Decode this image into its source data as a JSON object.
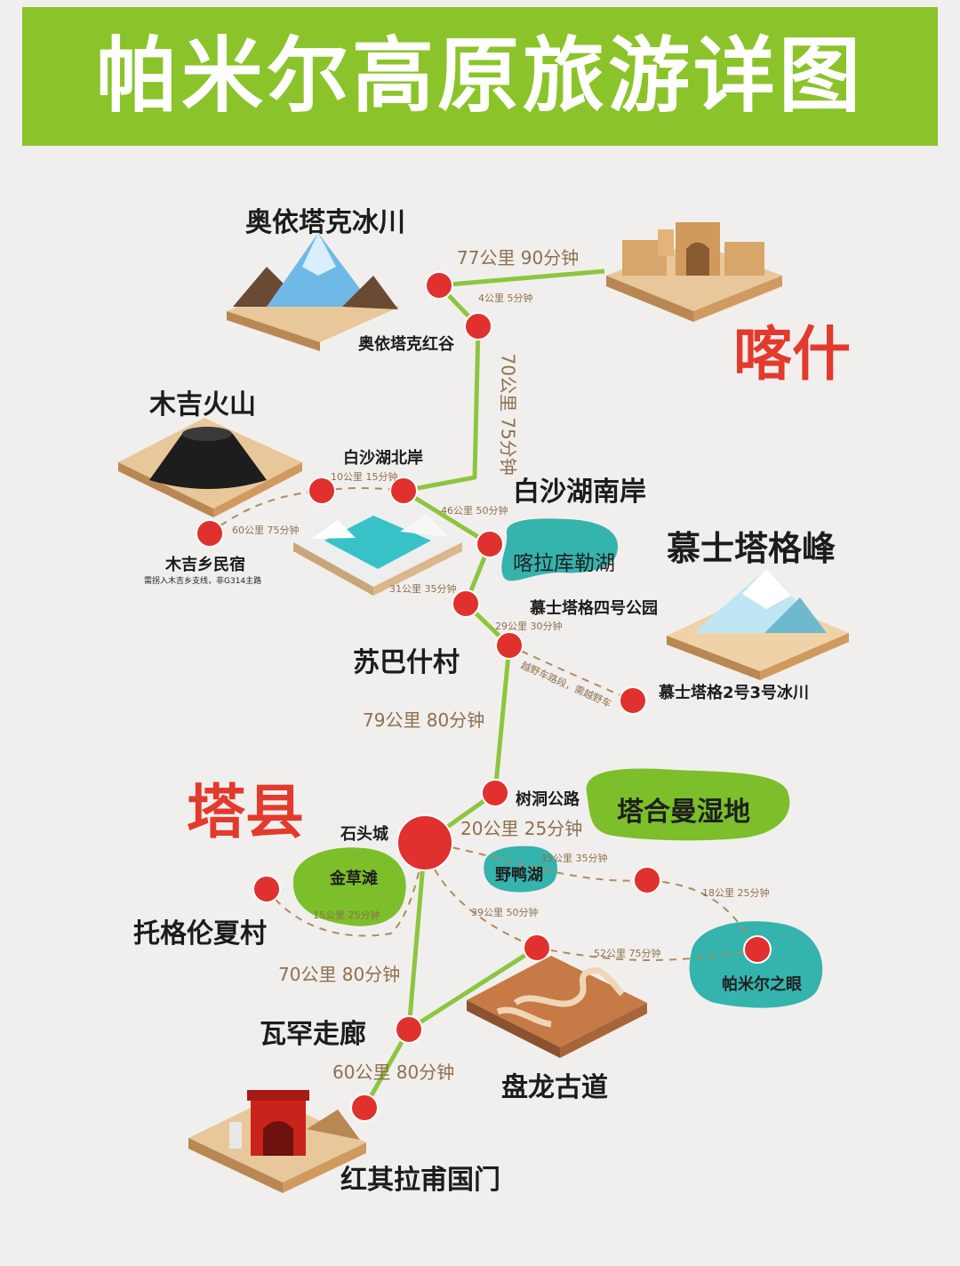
{
  "title": "帕米尔高原旅游详图",
  "colors": {
    "banner": "#8ac42a",
    "route": "#8cc63f",
    "node": "#e0312e",
    "city": "#e23a2c",
    "distance": "#8f6f4e",
    "lake": "#35b3ad",
    "wetland": "#7cbf2a"
  },
  "cities": {
    "kashgar": "喀什",
    "taxian": "塔县"
  },
  "places": {
    "oytagh_glacier": "奥依塔克冰川",
    "oytagh_valley": "奥依塔克红谷",
    "mujie_volcano": "木吉火山",
    "baisha_north": "白沙湖北岸",
    "baisha_south": "白沙湖南岸",
    "mujie_homestay": "木吉乡民宿",
    "mujie_note": "需拐入木吉乡支线，非G314主路",
    "karakul_lake": "喀拉库勒湖",
    "muztagh_peak": "慕士塔格峰",
    "muztagh_park4": "慕士塔格四号公园",
    "subashi": "苏巴什村",
    "muztagh_glacier23": "慕士塔格2号3号冰川",
    "shudong_road": "树洞公路",
    "tahman_wetland": "塔合曼湿地",
    "stone_city": "石头城",
    "golden_grass": "金草滩",
    "wild_duck_lake": "野鸭湖",
    "tuogelun": "托格伦夏村",
    "pamir_eye": "帕米尔之眼",
    "wahan": "瓦罕走廊",
    "panlong": "盘龙古道",
    "hongqilapu": "红其拉甫国门"
  },
  "distances": {
    "kashgar_glacier": "77公里 90分钟",
    "glacier_valley": "4公里 5分钟",
    "valley_baisha": "70公里 75分钟",
    "volcano_baisha": "10公里 15分钟",
    "homestay": "60公里 75分钟",
    "baisha_karakul": "46公里 50分钟",
    "karakul_park": "31公里 35分钟",
    "park_subashi": "29公里 30分钟",
    "offroad": "越野车路段，需越野车",
    "subashi_shudong": "79公里 80分钟",
    "shudong_stone": "20公里 25分钟",
    "stone_duck": "35公里 35分钟",
    "duck_eye": "18公里 25分钟",
    "stone_tuogelun": "15公里 25分钟",
    "stone_panlong": "39公里 50分钟",
    "panlong_eye": "52公里 75分钟",
    "stone_wahan": "70公里 80分钟",
    "wahan_hongqi": "60公里 80分钟"
  }
}
